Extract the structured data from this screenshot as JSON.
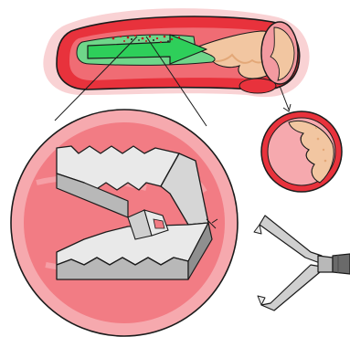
{
  "illustration": {
    "palette": {
      "vessel_wall": "#e8323c",
      "vessel_wall_light": "#f39aa0",
      "vessel_halo": "#f7c3c6",
      "lumen": "#6fd68a",
      "flow_arrow": "#2ecf5a",
      "plaque": "#f2c6a1",
      "plaque_dark": "#e3a878",
      "outline": "#1b1b1b",
      "magnifier_bg": "#f27c84",
      "magnifier_rim": "#f6a9ae",
      "stent_face": "#e9e9e9",
      "stent_shade": "#b8b8b8",
      "stent_dark": "#8f8f8f",
      "tool_metal": "#cfcfcf",
      "tool_grip": "#6a6a6a"
    },
    "parts": [
      "vessel-segment",
      "blood-flow-arrow",
      "plaque-deposit",
      "magnified-stent-view",
      "vessel-cross-section",
      "forceps-tool"
    ]
  }
}
